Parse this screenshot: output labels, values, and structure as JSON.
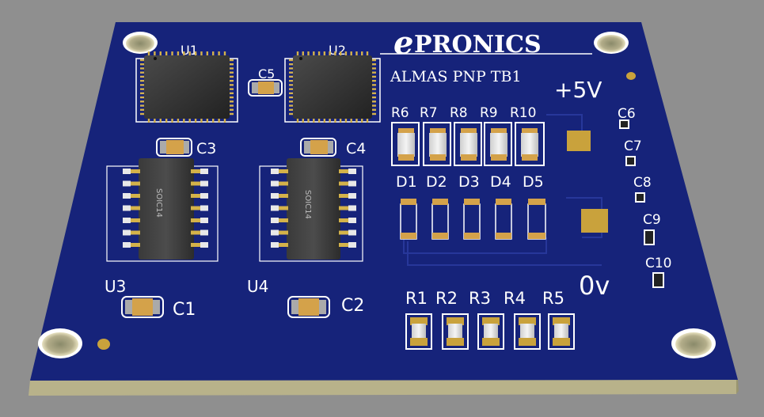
{
  "colors": {
    "background": "#8f8f8f",
    "board": "#16237a",
    "board_edge": "#b8b28a",
    "silkscreen": "#ffffff",
    "copper_pad": "#c9a23c",
    "ic_body": "#333333"
  },
  "logo": {
    "prefix": "e",
    "name": "PRONICS"
  },
  "board_title": "ALMAS PNP TB1",
  "power": {
    "positive": "+5V",
    "ground": "0v"
  },
  "chips": {
    "u1": "U1",
    "u2": "U2",
    "u3": "U3",
    "u4": "U4",
    "package": "SOIC14"
  },
  "capacitors": {
    "c1": "C1",
    "c2": "C2",
    "c3": "C3",
    "c4": "C4",
    "c5": "C5",
    "c6": "C6",
    "c7": "C7",
    "c8": "C8",
    "c9": "C9",
    "c10": "C10"
  },
  "resistors_top": [
    "R6",
    "R7",
    "R8",
    "R9",
    "R10"
  ],
  "diodes": [
    "D1",
    "D2",
    "D3",
    "D4",
    "D5"
  ],
  "resistors_bottom": [
    "R1",
    "R2",
    "R3",
    "R4",
    "R5"
  ]
}
